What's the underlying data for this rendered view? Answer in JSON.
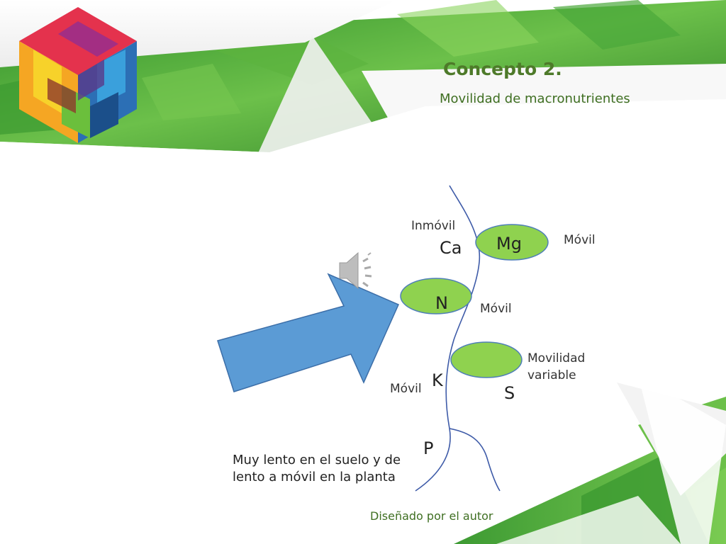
{
  "slide": {
    "title": "Concepto 2.",
    "subtitle": "Movilidad de macronutrientes",
    "credit": "Diseñado por el autor"
  },
  "diagram": {
    "nutrients": [
      {
        "symbol": "Ca",
        "mobility_label": "Inmóvil"
      },
      {
        "symbol": "Mg",
        "mobility_label": "Móvil"
      },
      {
        "symbol": "N",
        "mobility_label": "Móvil"
      },
      {
        "symbol": "K",
        "mobility_label": "Móvil"
      },
      {
        "symbol": "S",
        "mobility_label": "Movilidad variable"
      },
      {
        "symbol": "P",
        "mobility_label": "Muy lento en el suelo y de lento a móvil en la planta"
      }
    ]
  },
  "colors": {
    "title_green": "#4e7a2a",
    "ellipse_fill": "#8fd24f",
    "arrow_fill": "#5b9bd5",
    "root_line": "#3e5ba8"
  },
  "icons": [
    "logo-cube-icon",
    "speaker-icon"
  ]
}
